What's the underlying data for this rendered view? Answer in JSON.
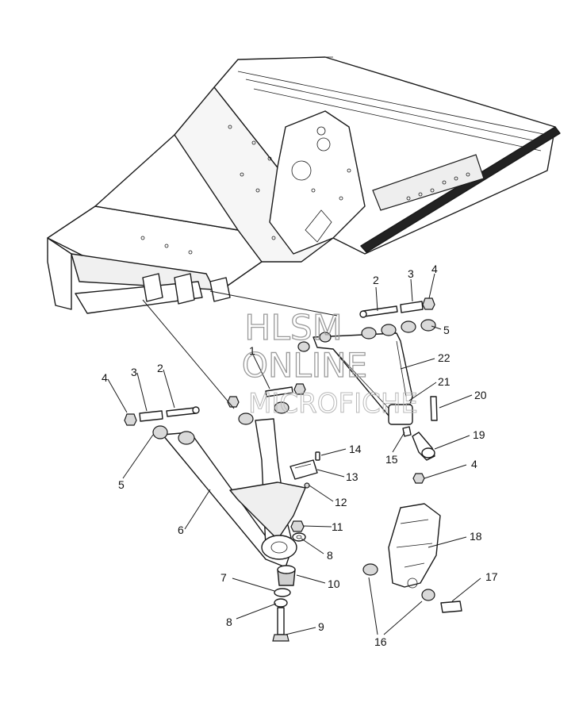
{
  "watermark": {
    "line1": "HLSM",
    "line2": "ONLINE",
    "line3": "MICROFICHE"
  },
  "callouts": [
    {
      "id": "c1",
      "label": "1"
    },
    {
      "id": "c2a",
      "label": "2"
    },
    {
      "id": "c3a",
      "label": "3"
    },
    {
      "id": "c4a",
      "label": "4"
    },
    {
      "id": "c5a",
      "label": "5"
    },
    {
      "id": "c22",
      "label": "22"
    },
    {
      "id": "c4b",
      "label": "4"
    },
    {
      "id": "c3b",
      "label": "3"
    },
    {
      "id": "c2b",
      "label": "2"
    },
    {
      "id": "c21",
      "label": "21"
    },
    {
      "id": "c20",
      "label": "20"
    },
    {
      "id": "c5b",
      "label": "5"
    },
    {
      "id": "c19",
      "label": "19"
    },
    {
      "id": "c15",
      "label": "15"
    },
    {
      "id": "c14",
      "label": "14"
    },
    {
      "id": "c4c",
      "label": "4"
    },
    {
      "id": "c13",
      "label": "13"
    },
    {
      "id": "c12",
      "label": "12"
    },
    {
      "id": "c6",
      "label": "6"
    },
    {
      "id": "c11",
      "label": "11"
    },
    {
      "id": "c18",
      "label": "18"
    },
    {
      "id": "c8a",
      "label": "8"
    },
    {
      "id": "c7",
      "label": "7"
    },
    {
      "id": "c10",
      "label": "10"
    },
    {
      "id": "c17",
      "label": "17"
    },
    {
      "id": "c8b",
      "label": "8"
    },
    {
      "id": "c9",
      "label": "9"
    },
    {
      "id": "c16",
      "label": "16"
    }
  ]
}
